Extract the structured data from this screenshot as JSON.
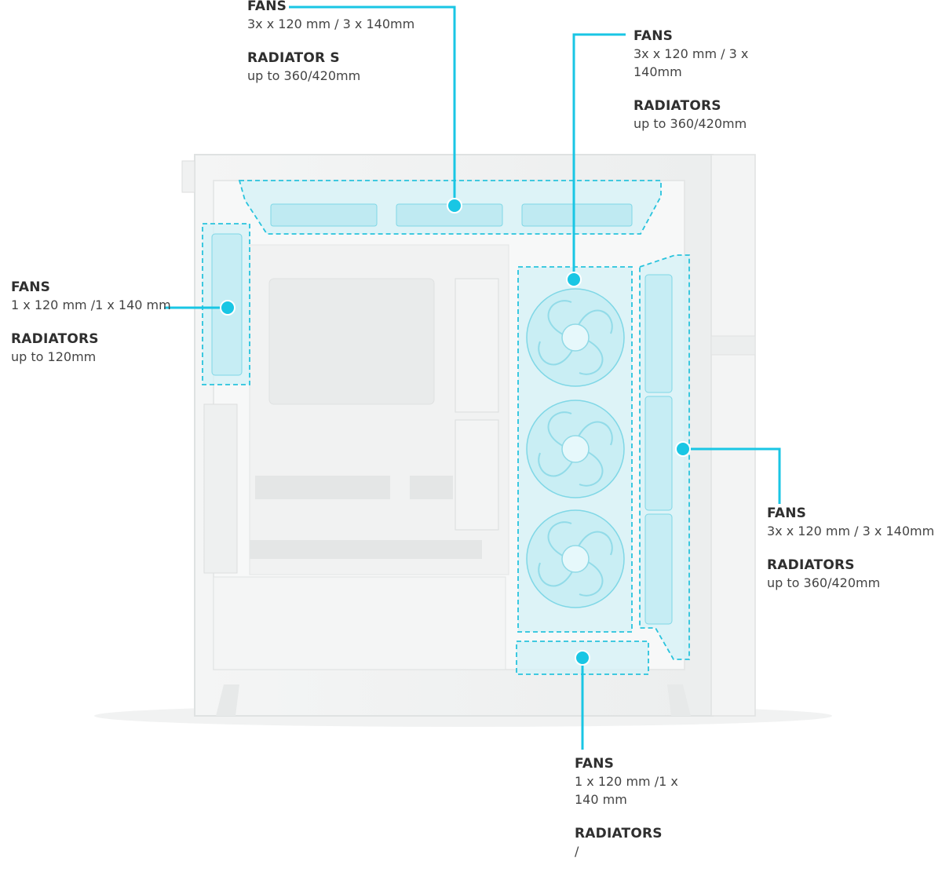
{
  "accent_color": "#19c6e4",
  "callouts": {
    "top": {
      "fans_title": "FANS",
      "fans_value": "3x x 120 mm / 3 x 140mm",
      "radiators_title": "RADIATOR S",
      "radiators_value": "up to  360/420mm"
    },
    "center": {
      "fans_title": "FANS",
      "fans_value": "3x x 120 mm / 3 x 140mm",
      "radiators_title": "RADIATORS",
      "radiators_value": "up to  360/420mm"
    },
    "rear": {
      "fans_title": "FANS",
      "fans_value": "1 x 120 mm /1 x 140 mm",
      "radiators_title": "RADIATORS",
      "radiators_value": "up to 120mm"
    },
    "side": {
      "fans_title": "FANS",
      "fans_value": "3x x 120 mm / 3 x 140mm",
      "radiators_title": "RADIATORS",
      "radiators_value": "up to  360/420mm"
    },
    "bottom": {
      "fans_title": "FANS",
      "fans_value": "1 x 120 mm /1 x 140 mm",
      "radiators_title": "RADIATORS",
      "radiators_value": "/"
    }
  }
}
